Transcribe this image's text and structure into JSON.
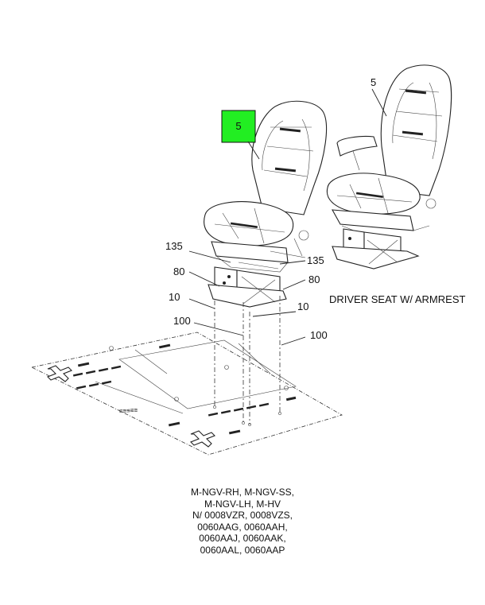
{
  "callouts": {
    "seat_main": "5",
    "seat_armrest": "5",
    "bracket_left": "135",
    "bracket_right": "135",
    "riser_left": "80",
    "riser_right": "80",
    "bolt_left": "10",
    "bolt_right": "10",
    "screw_left": "100",
    "screw_right": "100"
  },
  "colors": {
    "highlight": "#22ee22"
  },
  "labels": {
    "driver_seat_armrest": "DRIVER SEAT W/ ARMREST"
  },
  "applicability": [
    "M-NGV-RH, M-NGV-SS,",
    "M-NGV-LH, M-HV",
    "N/ 0008VZR, 0008VZS,",
    "0060AAG, 0060AAH,",
    "0060AAJ, 0060AAK,",
    "0060AAL, 0060AAP"
  ]
}
